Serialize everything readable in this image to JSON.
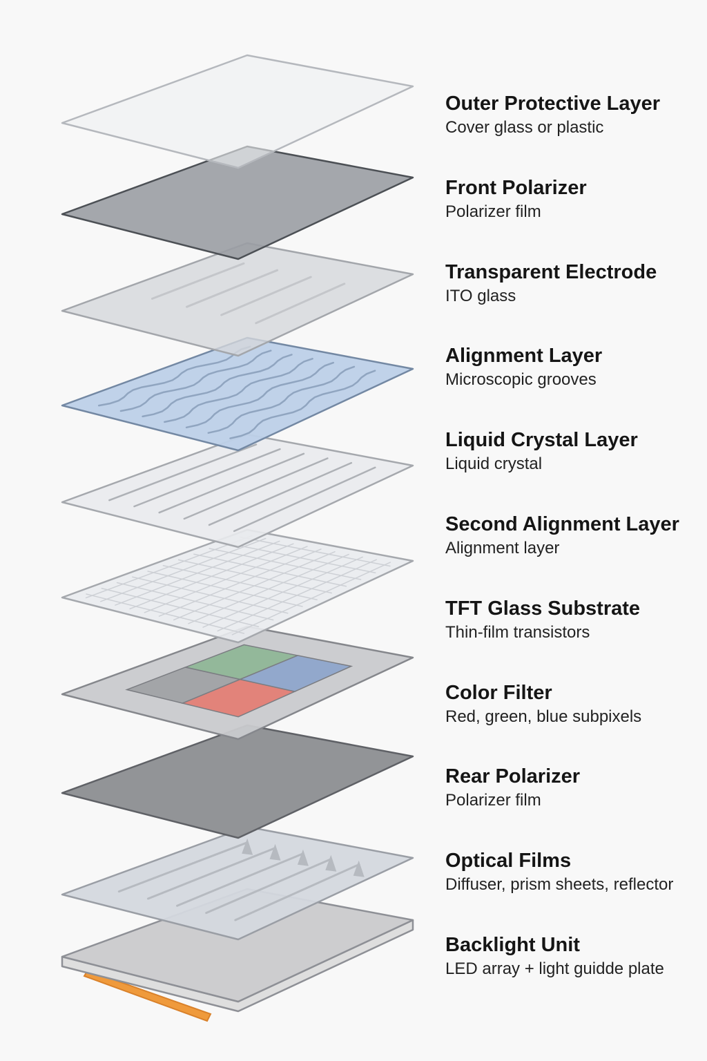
{
  "title": "LCD layer stack (exploded view)",
  "layers": [
    {
      "title": "Outer Protective Layer",
      "subtitle": "Cover glass or plastic"
    },
    {
      "title": "Front Polarizer",
      "subtitle": "Polarizer film"
    },
    {
      "title": "Transparent Electrode",
      "subtitle": "ITO glass"
    },
    {
      "title": "Alignment Layer",
      "subtitle": "Microscopic grooves"
    },
    {
      "title": "Liquid Crystal Layer",
      "subtitle": "Liquid crystal"
    },
    {
      "title": "Second Alignment Layer",
      "subtitle": "Alignment layer"
    },
    {
      "title": "TFT Glass Substrate",
      "subtitle": "Thin-film transistors"
    },
    {
      "title": "Color Filter",
      "subtitle": "Red, green, blue subpixels"
    },
    {
      "title": "Rear Polarizer",
      "subtitle": "Polarizer film"
    },
    {
      "title": "Optical Films",
      "subtitle": "Diffuser, prism sheets, reflector"
    },
    {
      "title": "Backlight Unit",
      "subtitle": "LED array + light guidde plate"
    }
  ],
  "colors": {
    "subpixel_red": "#e2837a",
    "subpixel_green": "#93b89a",
    "subpixel_blue": "#92a8cc",
    "led": "#ef9a3c"
  }
}
